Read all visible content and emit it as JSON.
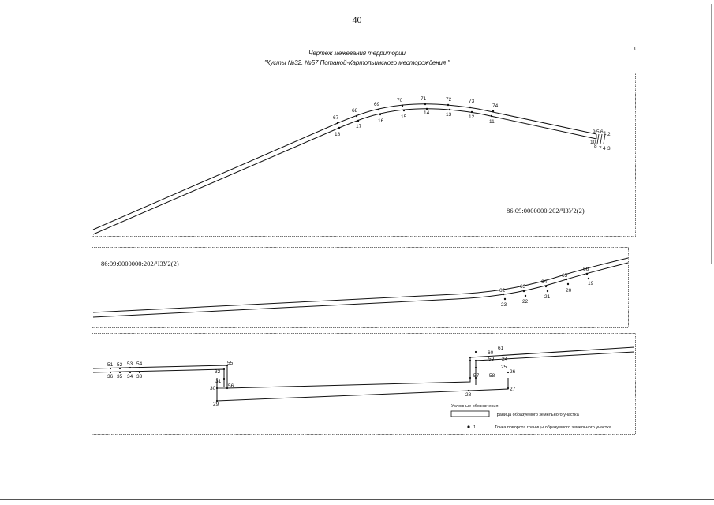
{
  "page_number": "40",
  "title_line1": "Чертеж межевания территории",
  "title_line2": "\"Кусты №32, №57 Потаной-Картопьинского месторождения \"",
  "corner_mark": "ι",
  "panel1": {
    "parcel_label": "86:09:0000000:202/ЧЗУ2(2)",
    "points": [
      {
        "label": "67",
        "pos": "above"
      },
      {
        "label": "18",
        "pos": "below"
      },
      {
        "label": "68",
        "pos": "above"
      },
      {
        "label": "17",
        "pos": "below"
      },
      {
        "label": "69",
        "pos": "above"
      },
      {
        "label": "16",
        "pos": "below"
      },
      {
        "label": "70",
        "pos": "above"
      },
      {
        "label": "15",
        "pos": "below"
      },
      {
        "label": "71",
        "pos": "above"
      },
      {
        "label": "14",
        "pos": "below"
      },
      {
        "label": "72",
        "pos": "above"
      },
      {
        "label": "13",
        "pos": "below"
      },
      {
        "label": "73",
        "pos": "above"
      },
      {
        "label": "12",
        "pos": "below"
      },
      {
        "label": "74",
        "pos": "above"
      },
      {
        "label": "11",
        "pos": "below"
      }
    ],
    "end_points": [
      "9",
      "5",
      "6",
      "1",
      "2",
      "10",
      "8",
      "7",
      "4",
      "3"
    ]
  },
  "panel2": {
    "parcel_label": "86:09:0000000:202/ЧЗУ2(2)",
    "points": [
      {
        "label": "62",
        "pos": "above"
      },
      {
        "label": "23",
        "pos": "below"
      },
      {
        "label": "63",
        "pos": "above"
      },
      {
        "label": "22",
        "pos": "below"
      },
      {
        "label": "64",
        "pos": "above"
      },
      {
        "label": "21",
        "pos": "below"
      },
      {
        "label": "65",
        "pos": "above"
      },
      {
        "label": "20",
        "pos": "below"
      },
      {
        "label": "66",
        "pos": "above"
      },
      {
        "label": "19",
        "pos": "below"
      }
    ]
  },
  "panel3": {
    "points": [
      "51",
      "52",
      "53",
      "54",
      "36",
      "35",
      "34",
      "33",
      "55",
      "32",
      "31",
      "30",
      "56",
      "29",
      "60",
      "61",
      "59",
      "24",
      "25",
      "26",
      "57",
      "58",
      "27",
      "28"
    ]
  },
  "legend": {
    "title": "Условные обозначения",
    "boundary_label": "Граница образуемого земельного участка",
    "point_symbol_label": "1",
    "point_label": "Точка поворота границы образуемого земельного участка"
  }
}
